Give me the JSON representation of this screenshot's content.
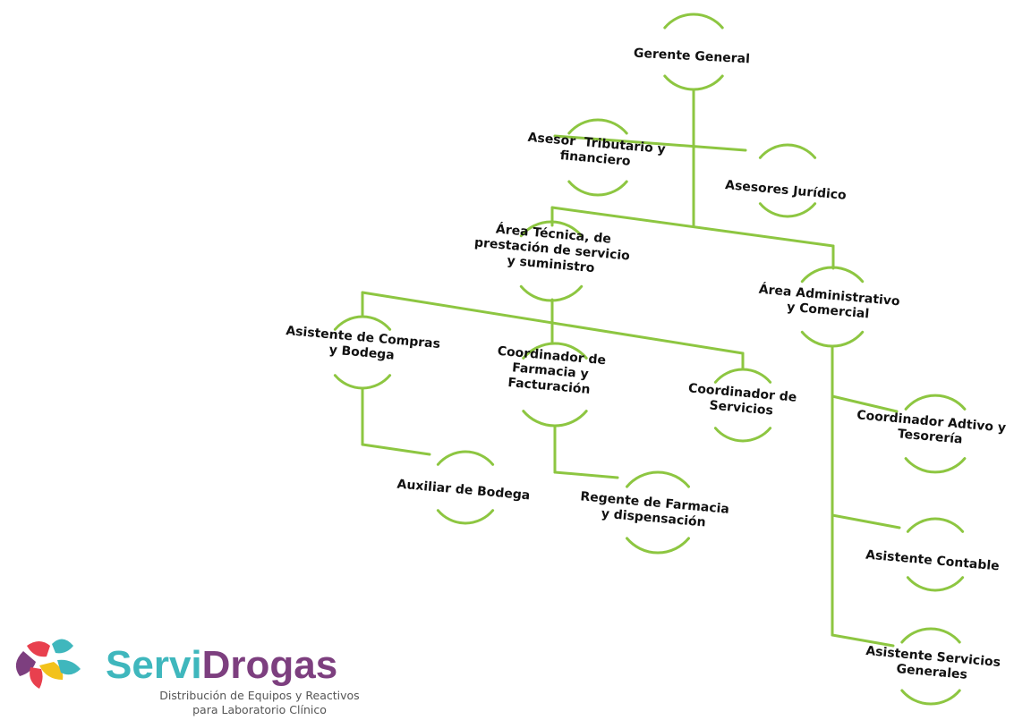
{
  "colors": {
    "line": "#8dc641",
    "text": "#111111",
    "brand_teal": "#3fb7bd",
    "brand_purple": "#7d3f7f",
    "brand_yellow": "#f2c21b",
    "brand_red": "#e8404e"
  },
  "nodes": [
    {
      "id": "gerente",
      "lines": [
        "Gerente General"
      ]
    },
    {
      "id": "asesor-tributario",
      "lines": [
        "Asesor  Tributario y",
        "financiero"
      ]
    },
    {
      "id": "asesores-juridico",
      "lines": [
        "Asesores Jurídico"
      ]
    },
    {
      "id": "area-tecnica",
      "lines": [
        "Área Técnica, de",
        "prestación de servicio",
        "y suministro"
      ]
    },
    {
      "id": "area-administrativo",
      "lines": [
        "Área Administrativo",
        "y Comercial"
      ]
    },
    {
      "id": "asistente-compras",
      "lines": [
        "Asistente de Compras",
        "y Bodega"
      ]
    },
    {
      "id": "coordinador-farmacia",
      "lines": [
        "Coordinador de",
        "Farmacia y",
        "Facturación"
      ]
    },
    {
      "id": "coordinador-servicios",
      "lines": [
        "Coordinador de",
        "Servicios"
      ]
    },
    {
      "id": "auxiliar-bodega",
      "lines": [
        "Auxiliar de Bodega"
      ]
    },
    {
      "id": "regente-farmacia",
      "lines": [
        "Regente de Farmacia",
        "y dispensación"
      ]
    },
    {
      "id": "coordinador-adtivo",
      "lines": [
        "Coordinador Adtivo y",
        "Tesorería"
      ]
    },
    {
      "id": "asistente-contable",
      "lines": [
        "Asistente Contable"
      ]
    },
    {
      "id": "asistente-servicios",
      "lines": [
        "Asistente Servicios",
        "Generales"
      ]
    }
  ],
  "logo": {
    "name_part1": "Servi",
    "name_part2": "Drogas",
    "tagline_line1": "Distribución de Equipos y Reactivos",
    "tagline_line2": "para Laboratorio Clínico"
  }
}
